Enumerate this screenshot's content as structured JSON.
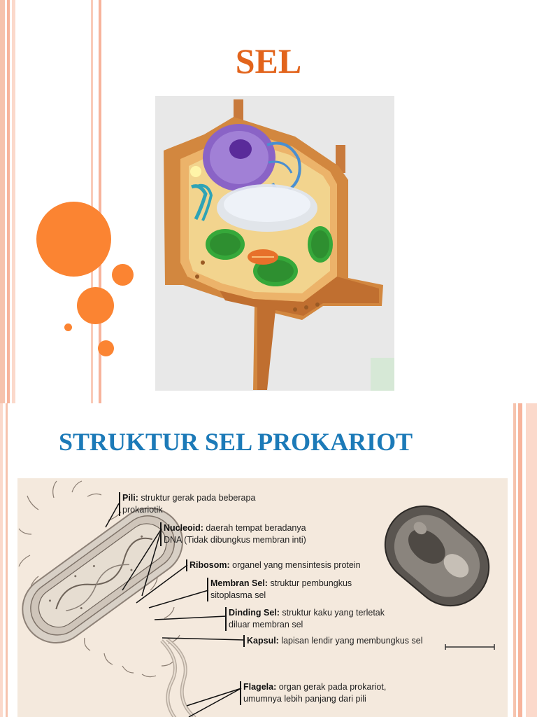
{
  "slide1": {
    "title": "SEL"
  },
  "slide2": {
    "title": "STRUKTUR SEL PROKARIOT",
    "labels": {
      "pili": {
        "term": "Pili:",
        "desc_1": " struktur gerak pada beberapa",
        "desc_2": "prokariotik"
      },
      "nucleoid": {
        "term": "Nucleoid:",
        "desc_1": " daerah tempat beradanya",
        "desc_2": "DNA (Tidak dibungkus membran inti)"
      },
      "ribosom": {
        "term": "Ribosom:",
        "desc_1": " organel yang mensintesis protein"
      },
      "membran": {
        "term": "Membran Sel:",
        "desc_1": " struktur pembungkus",
        "desc_2": "sitoplasma sel"
      },
      "dinding": {
        "term": "Dinding Sel:",
        "desc_1": " struktur kaku yang terletak",
        "desc_2": "diluar membran sel"
      },
      "kapsul": {
        "term": "Kapsul:",
        "desc_1": " lapisan lendir yang membungkus sel"
      },
      "flagela": {
        "term": "Flagela:",
        "desc_1": " organ gerak pada prokariot,",
        "desc_2": "umumnya lebih panjang dari pili"
      }
    }
  }
}
